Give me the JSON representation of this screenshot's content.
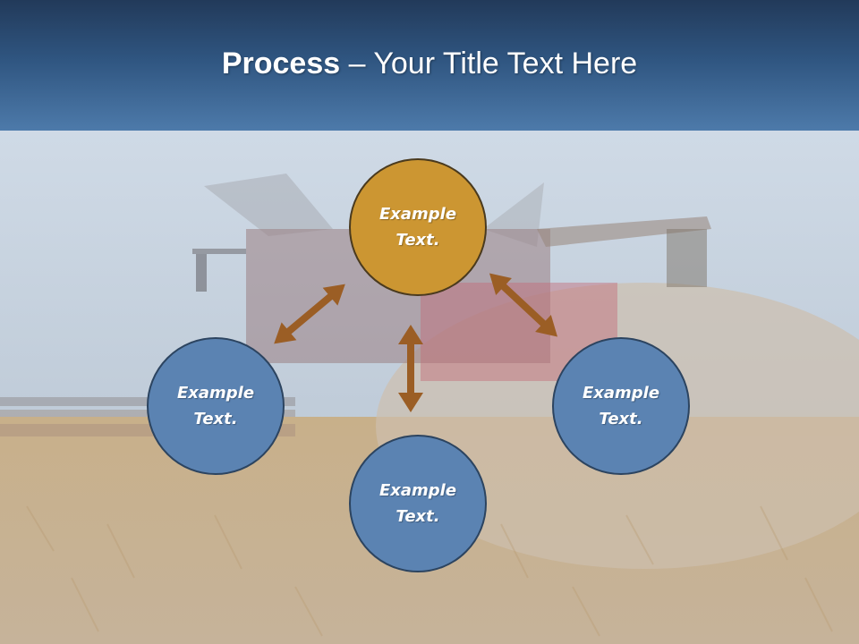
{
  "slide": {
    "title_bold": "Process",
    "title_rest": " – Your Title Text Here"
  },
  "colors": {
    "title_bar": "#2f5580",
    "circle_blue": "#5b83b2",
    "circle_gold": "#cc9632",
    "arrow": "#9b5e25"
  },
  "circles": {
    "top": {
      "label": "Example Text."
    },
    "left": {
      "label": "Example Text."
    },
    "right": {
      "label": "Example Text."
    },
    "bottom": {
      "label": "Example Text."
    }
  }
}
